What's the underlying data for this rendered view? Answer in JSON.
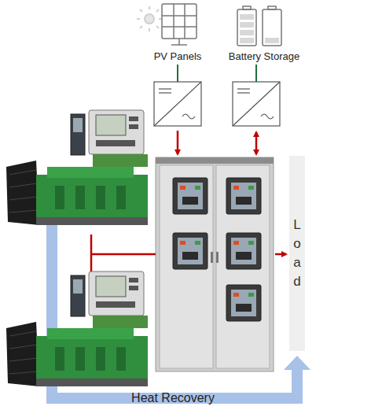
{
  "diagram": {
    "nodes": [
      {
        "text": [
          "PV Panels"
        ]
      },
      {
        "text": [
          "Battery Storage"
        ]
      },
      {
        "text": [
          "Load"
        ]
      }
    ],
    "labels": [
      "Heat Recovery"
    ]
  }
}
